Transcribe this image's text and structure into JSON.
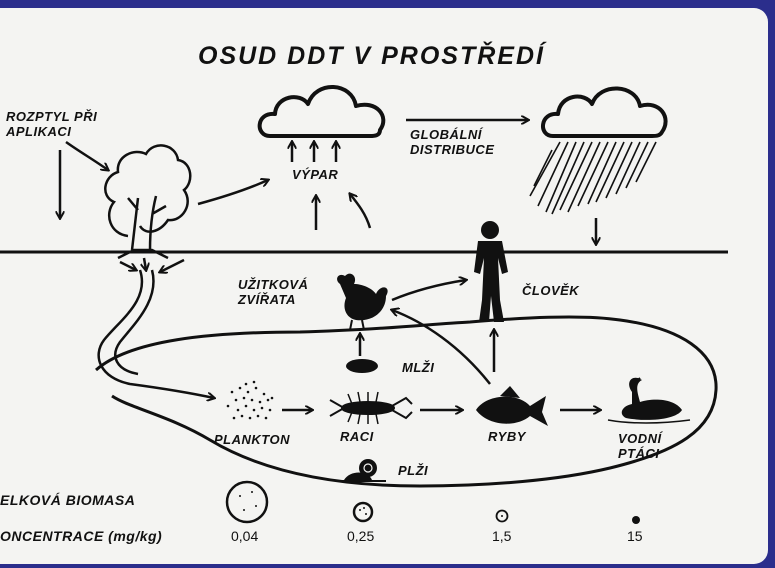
{
  "title": "OSUD DDT V PROSTŘEDÍ",
  "labels": {
    "dispersal": "ROZPTYL PŘI\nAPLIKACI",
    "evaporation": "VÝPAR",
    "global_distribution": "GLOBÁLNÍ\nDISTRIBUCE",
    "livestock": "UŽITKOVÁ\nZVÍŘATA",
    "human": "ČLOVĚK",
    "mussels": "MLŽI",
    "plankton": "PLANKTON",
    "crayfish": "RACI",
    "fish": "RYBY",
    "water_birds": "VODNÍ\nPTÁCI",
    "snails": "PLŽI"
  },
  "legend": {
    "biomass_label": "ELKOVÁ BIOMASA",
    "concentration_label": "ONCENTRACE (mg/kg)",
    "values": [
      "0,04",
      "0,25",
      "1,5",
      "15"
    ]
  },
  "colors": {
    "background": "#2b2e8c",
    "paper": "#f4f4f2",
    "ink": "#111111"
  },
  "icons": [
    "cloud-icon",
    "rain-cloud-icon",
    "tree-icon",
    "human-icon",
    "hen-icon",
    "mussel-icon",
    "plankton-icon",
    "crayfish-icon",
    "fish-icon",
    "swan-icon",
    "snail-icon"
  ]
}
